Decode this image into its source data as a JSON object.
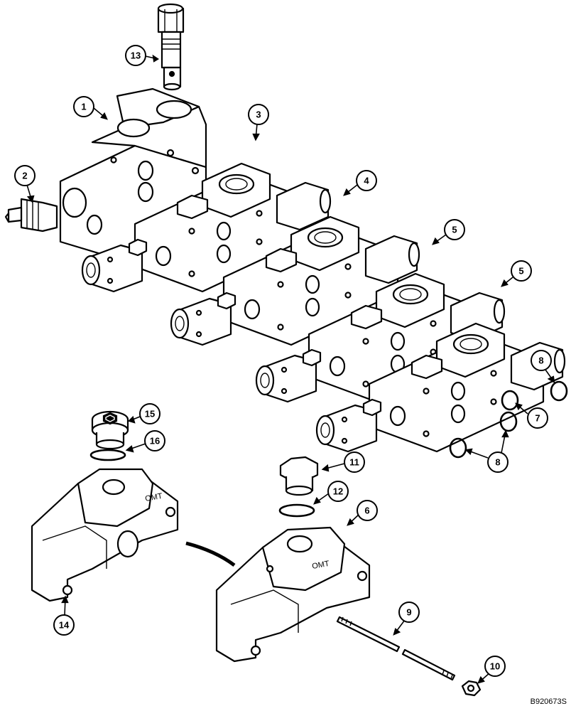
{
  "diagram": {
    "figure_id": "B920673S",
    "callouts": [
      {
        "id": "c1",
        "label": "1"
      },
      {
        "id": "c2",
        "label": "2"
      },
      {
        "id": "c3",
        "label": "3"
      },
      {
        "id": "c4",
        "label": "4"
      },
      {
        "id": "c5a",
        "label": "5"
      },
      {
        "id": "c5b",
        "label": "5"
      },
      {
        "id": "c6",
        "label": "6"
      },
      {
        "id": "c7",
        "label": "7"
      },
      {
        "id": "c8a",
        "label": "8"
      },
      {
        "id": "c8b",
        "label": "8"
      },
      {
        "id": "c9",
        "label": "9"
      },
      {
        "id": "c10",
        "label": "10"
      },
      {
        "id": "c11",
        "label": "11"
      },
      {
        "id": "c12",
        "label": "12"
      },
      {
        "id": "c13",
        "label": "13"
      },
      {
        "id": "c14",
        "label": "14"
      },
      {
        "id": "c15",
        "label": "15"
      },
      {
        "id": "c16",
        "label": "16"
      }
    ]
  }
}
